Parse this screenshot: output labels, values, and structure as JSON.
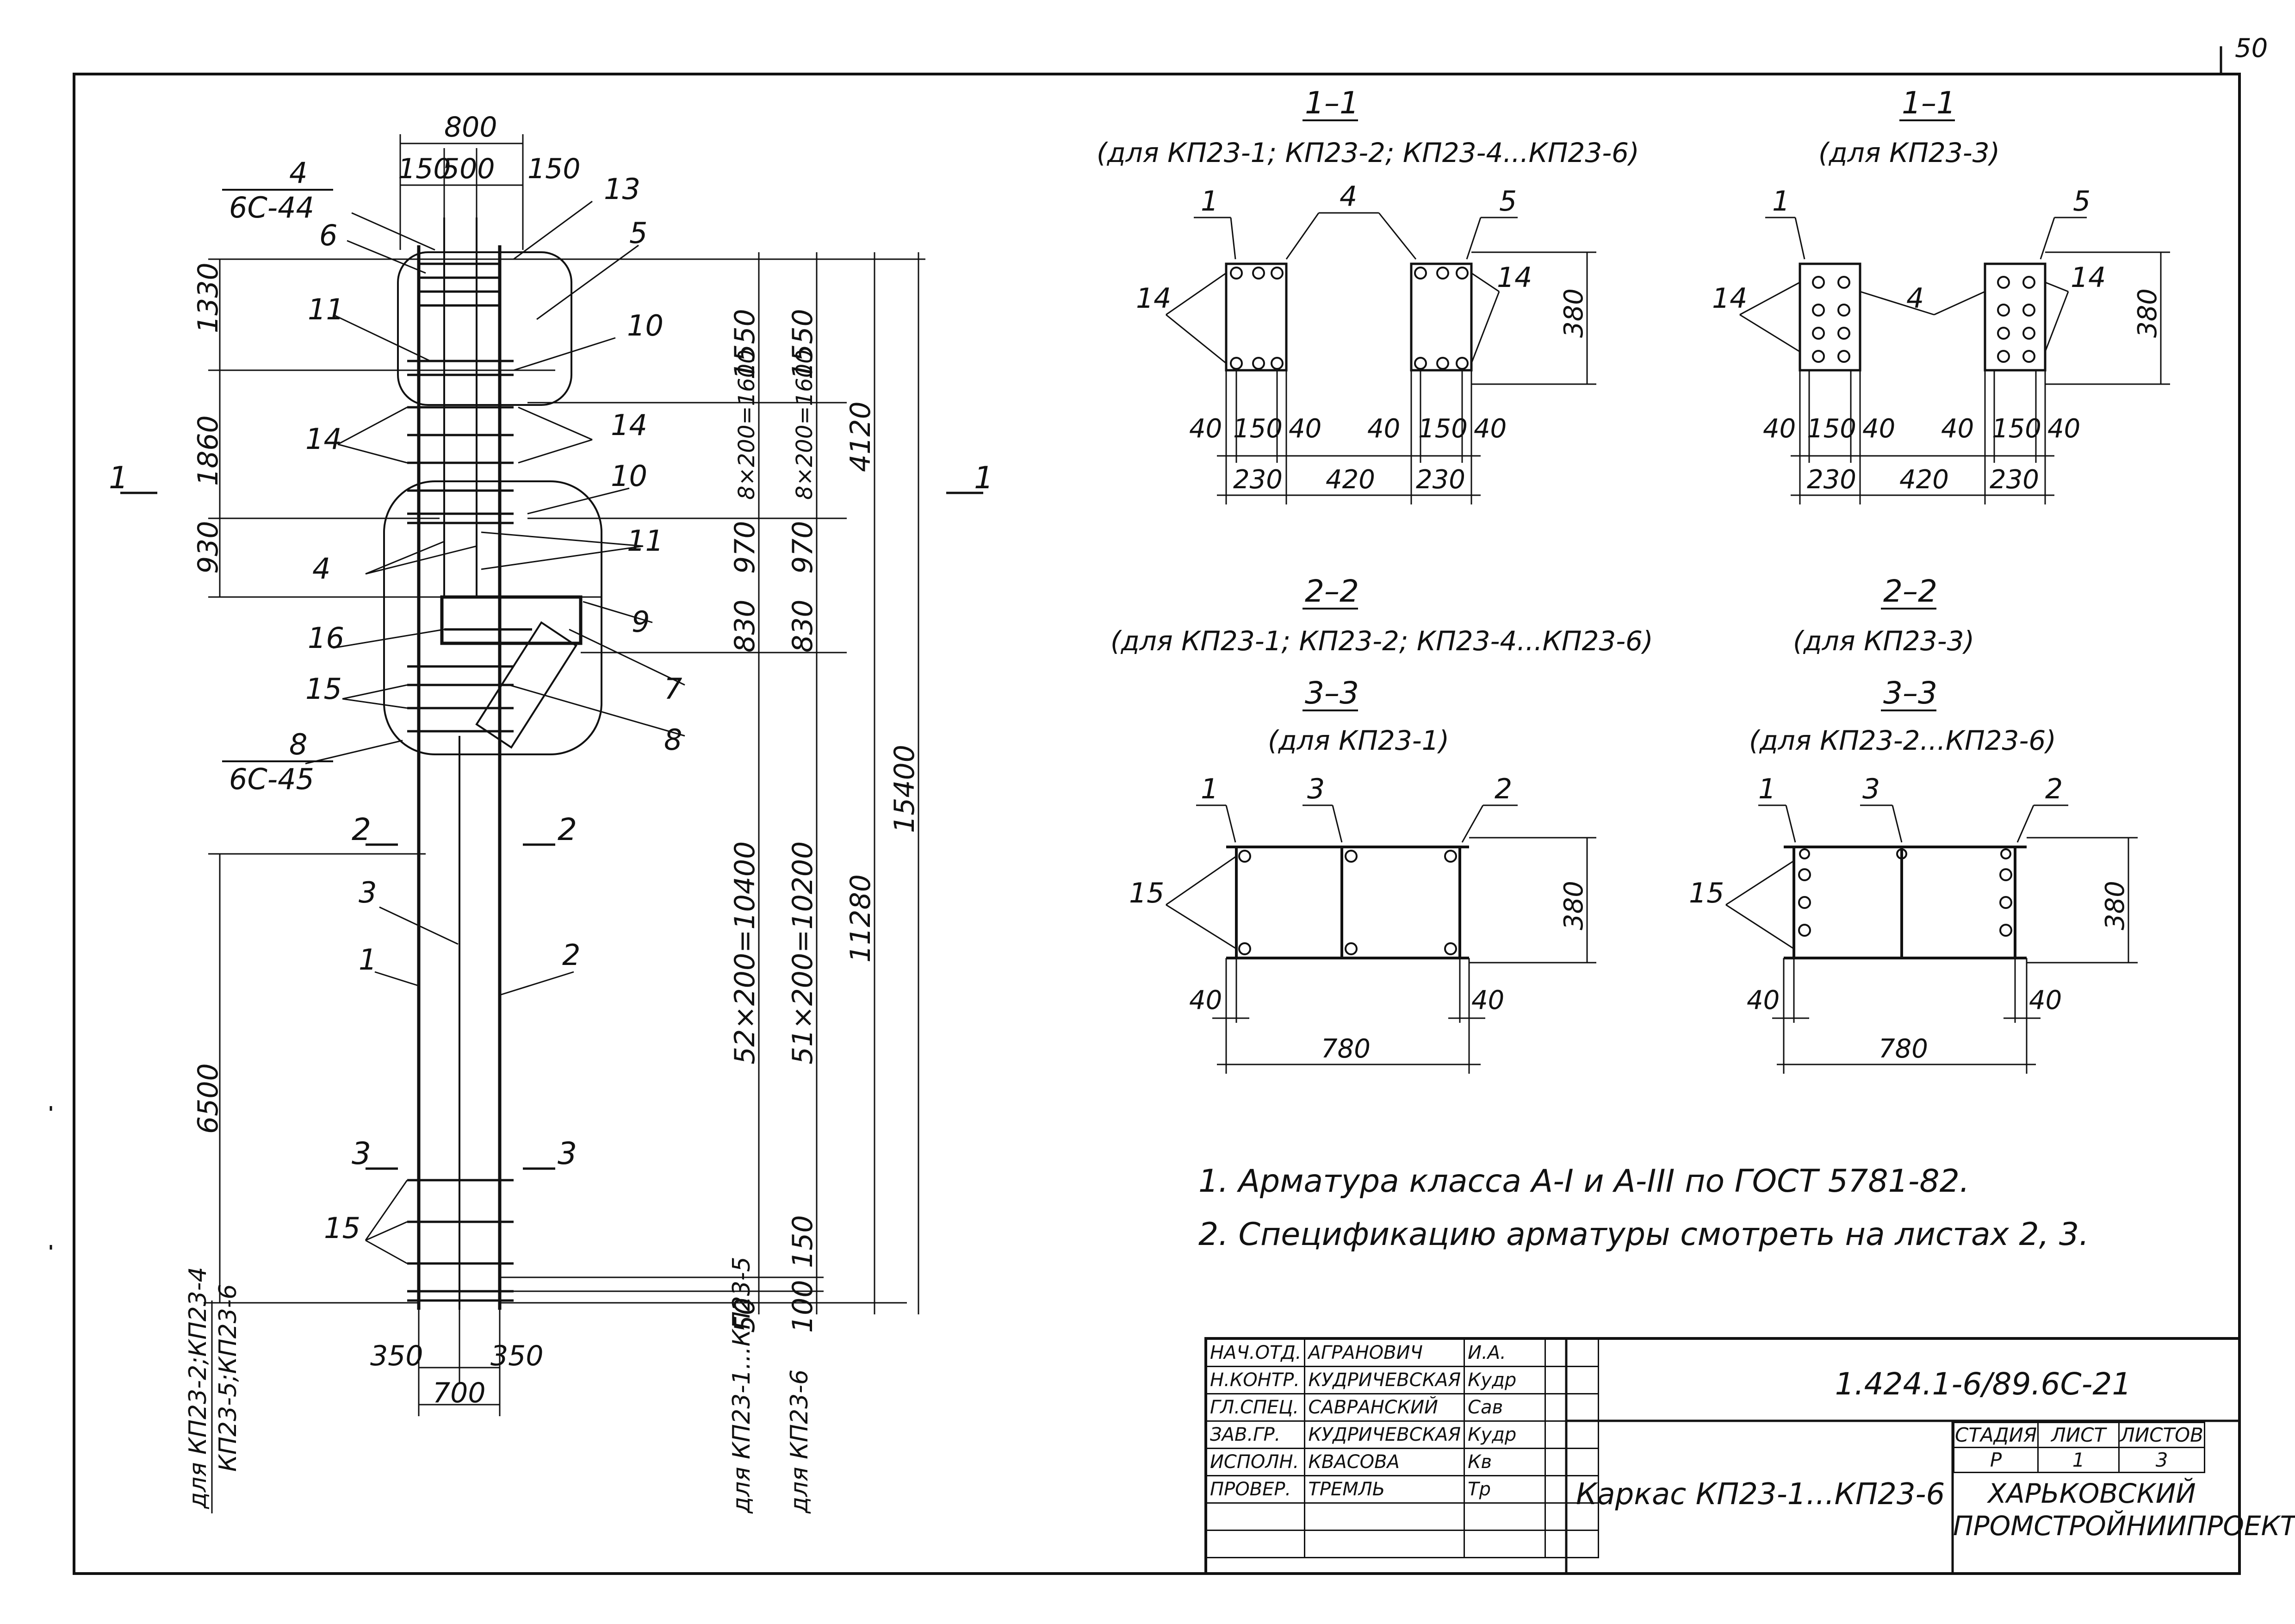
{
  "page_number": "50",
  "main_drawing": {
    "dims_top": [
      "800",
      "150",
      "500",
      "150"
    ],
    "dims_bottom": [
      "350",
      "350",
      "700"
    ],
    "dims_left": [
      "1330",
      "1860",
      "930",
      "6500"
    ],
    "dims_right": [
      "1550",
      "1550",
      "8×200=1600",
      "8×200=1600",
      "4120",
      "970",
      "970",
      "830",
      "830",
      "52×200=10400",
      "51×200=10200",
      "11280",
      "15400",
      "150",
      "50",
      "100"
    ],
    "part_marks": [
      {
        "id": "mark-4",
        "text": "4"
      },
      {
        "id": "mark-6c44",
        "text": "6С-44"
      },
      {
        "id": "mark-6",
        "text": "6"
      },
      {
        "id": "mark-13",
        "text": "13"
      },
      {
        "id": "mark-5",
        "text": "5"
      },
      {
        "id": "mark-11a",
        "text": "11"
      },
      {
        "id": "mark-10a",
        "text": "10"
      },
      {
        "id": "mark-14a",
        "text": "14"
      },
      {
        "id": "mark-14b",
        "text": "14"
      },
      {
        "id": "mark-10b",
        "text": "10"
      },
      {
        "id": "mark-4b",
        "text": "4"
      },
      {
        "id": "mark-11b",
        "text": "11"
      },
      {
        "id": "mark-9",
        "text": "9"
      },
      {
        "id": "mark-16",
        "text": "16"
      },
      {
        "id": "mark-7",
        "text": "7"
      },
      {
        "id": "mark-15a",
        "text": "15"
      },
      {
        "id": "mark-8a",
        "text": "8"
      },
      {
        "id": "mark-8b",
        "text": "8"
      },
      {
        "id": "mark-6c45",
        "text": "6С-45"
      },
      {
        "id": "mark-3",
        "text": "3"
      },
      {
        "id": "mark-1",
        "text": "1"
      },
      {
        "id": "mark-2",
        "text": "2"
      },
      {
        "id": "mark-15b",
        "text": "15"
      }
    ],
    "section_marks": {
      "s1": "1",
      "s2": "2",
      "s3": "3"
    },
    "vertical_labels": {
      "left_a": "для КП23-2;КП23-4",
      "left_b": "КП23-5;КП23-6",
      "right_a": "для КП23-1...КП23-5",
      "right_b": "для КП23-6"
    }
  },
  "sections": {
    "s11a": {
      "title": "1–1",
      "subtitle": "(для КП23-1; КП23-2; КП23-4...КП23-6)",
      "marks": [
        "1",
        "4",
        "5",
        "14",
        "14"
      ],
      "dims": [
        "380",
        "40",
        "150",
        "40",
        "40",
        "150",
        "40",
        "230",
        "420",
        "230"
      ]
    },
    "s11b": {
      "title": "1–1",
      "subtitle": "(для КП23-3)",
      "marks": [
        "1",
        "5",
        "4",
        "14",
        "14"
      ],
      "dims": [
        "380",
        "40",
        "150",
        "40",
        "40",
        "150",
        "40",
        "230",
        "420",
        "230"
      ]
    },
    "s22a": {
      "title": "2–2",
      "subtitle": "(для КП23-1; КП23-2; КП23-4...КП23-6)"
    },
    "s22b": {
      "title": "2–2",
      "subtitle": "(для КП23-3)"
    },
    "s33a": {
      "title": "3–3",
      "subtitle": "(для КП23-1)",
      "marks": [
        "1",
        "3",
        "2",
        "15"
      ],
      "dims": [
        "380",
        "40",
        "40",
        "780"
      ]
    },
    "s33b": {
      "title": "3–3",
      "subtitle": "(для КП23-2...КП23-6)",
      "marks": [
        "1",
        "3",
        "2",
        "15"
      ],
      "dims": [
        "380",
        "40",
        "40",
        "780"
      ]
    }
  },
  "notes": [
    "1. Арматура класса А-I и А-III по ГОСТ 5781-82.",
    "2. Спецификацию арматуры смотреть на листах 2, 3."
  ],
  "title_block": {
    "rows": [
      {
        "role": "НАЧ.ОТД.",
        "name": "АГРАНОВИЧ",
        "sign": "И.А."
      },
      {
        "role": "Н.КОНТР.",
        "name": "КУДРИЧЕВСКАЯ",
        "sign": "Кудр"
      },
      {
        "role": "ГЛ.СПЕЦ.",
        "name": "САВРАНСКИЙ",
        "sign": "Сав"
      },
      {
        "role": "ЗАВ.ГР.",
        "name": "КУДРИЧЕВСКАЯ",
        "sign": "Кудр"
      },
      {
        "role": "ИСПОЛН.",
        "name": "КВАСОВА",
        "sign": "Кв"
      },
      {
        "role": "ПРОВЕР.",
        "name": "ТРЕМЛЬ",
        "sign": "Тр"
      }
    ],
    "doc_code": "1.424.1-6/89.6С-21",
    "title": "Каркас  КП23-1...КП23-6",
    "stage_header": [
      "СТАДИЯ",
      "ЛИСТ",
      "ЛИСТОВ"
    ],
    "stage_values": [
      "Р",
      "1",
      "3"
    ],
    "org_line1": "ХАРЬКОВСКИЙ",
    "org_line2": "ПРОМСТРОЙНИИПРОЕКТ"
  }
}
